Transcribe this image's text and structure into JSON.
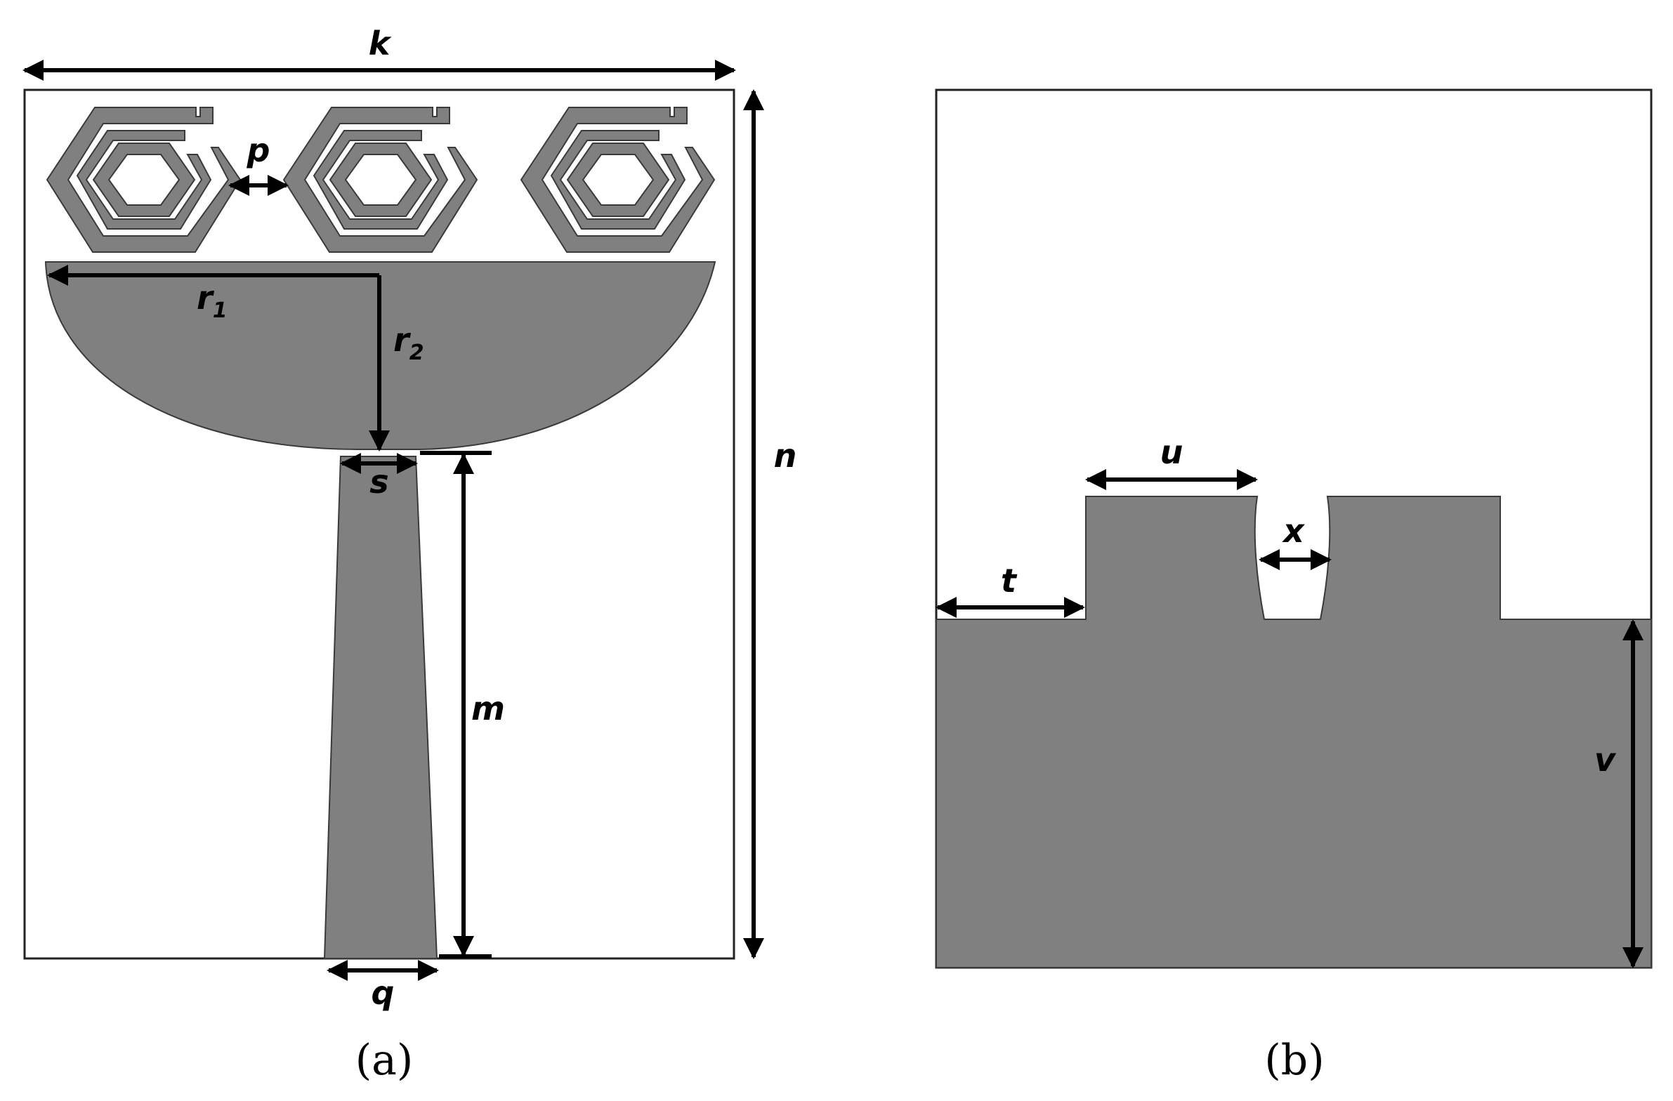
{
  "colors": {
    "metal": "#808080",
    "outline": "#3a3a3a",
    "substrate_border": "#222222",
    "dimension": "#000000",
    "background": "#ffffff"
  },
  "panel_a": {
    "caption": "(a)",
    "labels": {
      "k": "k",
      "n": "n",
      "p": "p",
      "r1_base": "r",
      "r1_sub": "1",
      "r2_base": "r",
      "r2_sub": "2",
      "s": "s",
      "m": "m",
      "q": "q"
    },
    "rings_count": 3
  },
  "panel_b": {
    "caption": "(b)",
    "labels": {
      "u": "u",
      "x": "x",
      "t": "t",
      "v": "v"
    }
  }
}
